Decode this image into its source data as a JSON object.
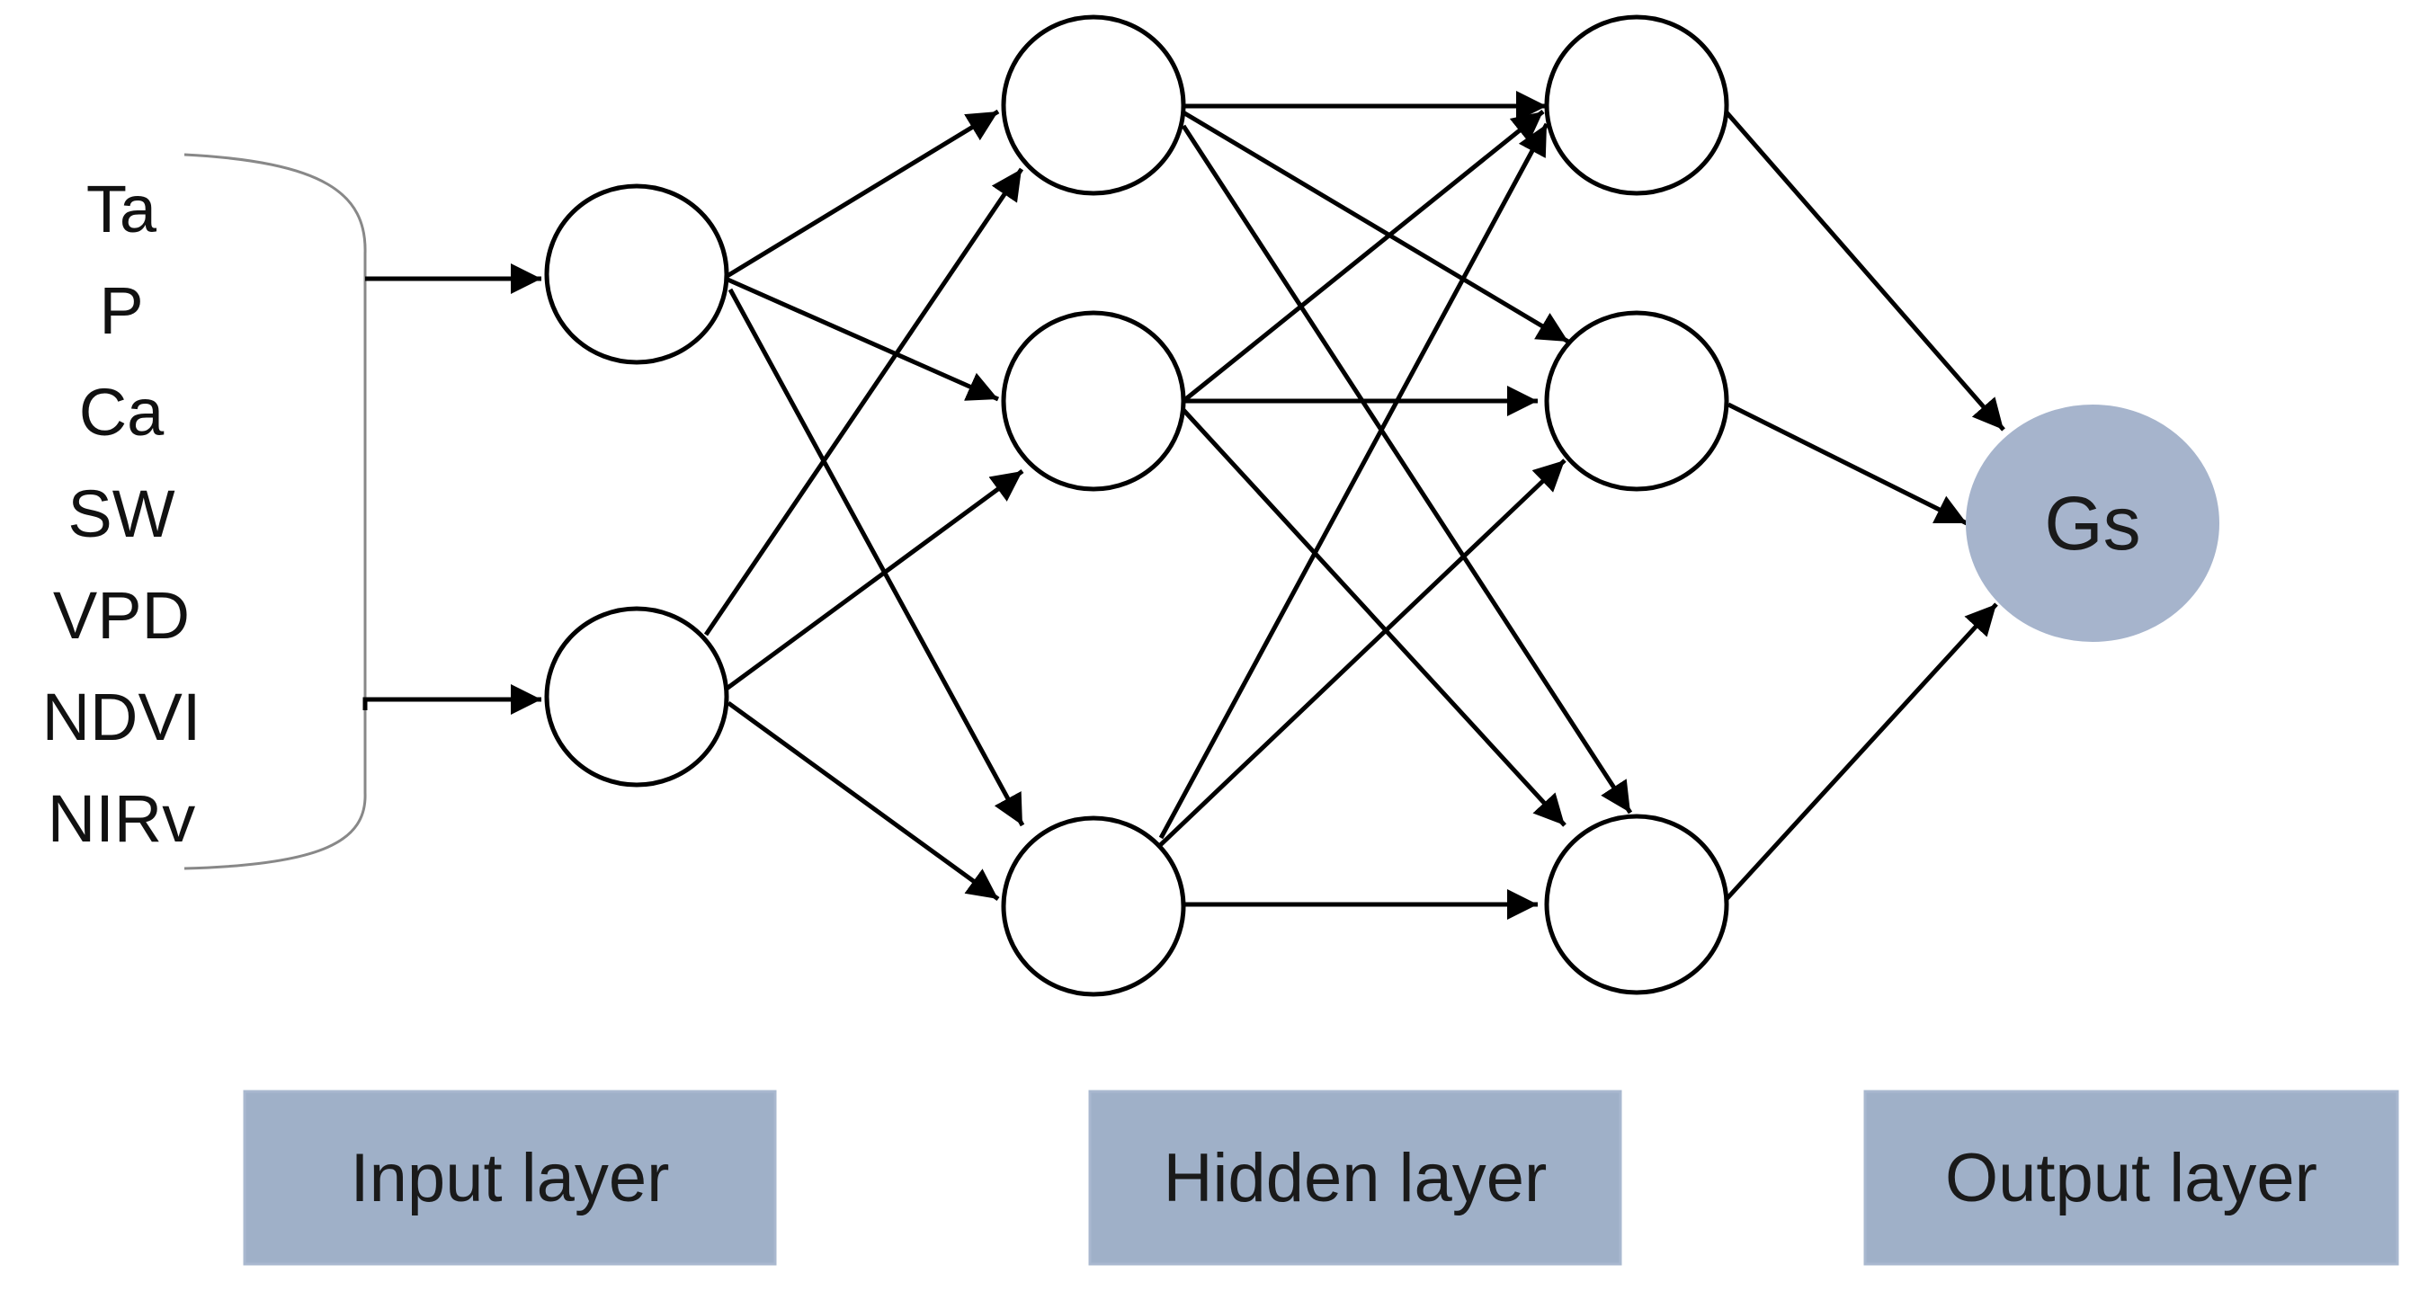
{
  "input_variables": [
    "Ta",
    "P",
    "Ca",
    "SW",
    "VPD",
    "NDVI",
    "NIRv"
  ],
  "output_node": {
    "label": "Gs",
    "fill": "#a6b4cc"
  },
  "layer_labels": {
    "input": "Input layer",
    "hidden": "Hidden layer",
    "output": "Output layer"
  },
  "colors": {
    "label_box_fill": "#9fb0c8",
    "label_box_border": "#a9b8cf",
    "node_stroke": "#000000",
    "edge": "#000000",
    "bracket": "#888888"
  }
}
